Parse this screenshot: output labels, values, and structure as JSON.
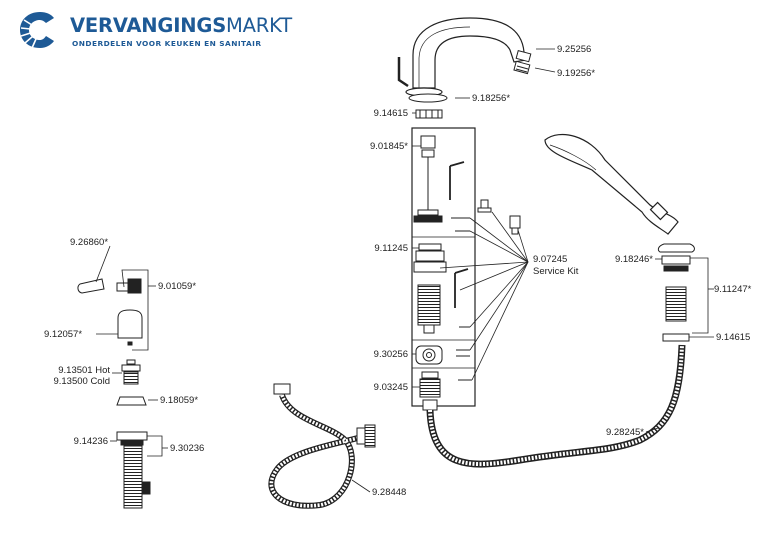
{
  "brand": {
    "name_bold": "VERVANGINGS",
    "name_regular": "MARKT",
    "tagline": "ONDERDELEN VOOR KEUKEN EN SANITAIR",
    "color": "#1e5a96"
  },
  "labels": {
    "p9_25256": "9.25256",
    "p9_19256": "9.19256*",
    "p9_18256": "9.18256*",
    "p9_14615_top": "9.14615",
    "p9_01845": "9.01845*",
    "p9_11245": "9.11245",
    "p9_07245": "9.07245",
    "service_kit": "Service Kit",
    "p9_30256": "9.30256",
    "p9_03245": "9.03245",
    "p9_18246": "9.18246*",
    "p9_11247": "9.11247*",
    "p9_14615_right": "9.14615",
    "p9_28245": "9.28245*",
    "p9_26860": "9.26860*",
    "p9_01059": "9.01059*",
    "p9_12057": "9.12057*",
    "p9_13501_hot": "9.13501 Hot",
    "p9_13500_cold": "9.13500 Cold",
    "p9_18059": "9.18059*",
    "p9_14236": "9.14236",
    "p9_30236": "9.30236",
    "p9_28448": "9.28448"
  }
}
